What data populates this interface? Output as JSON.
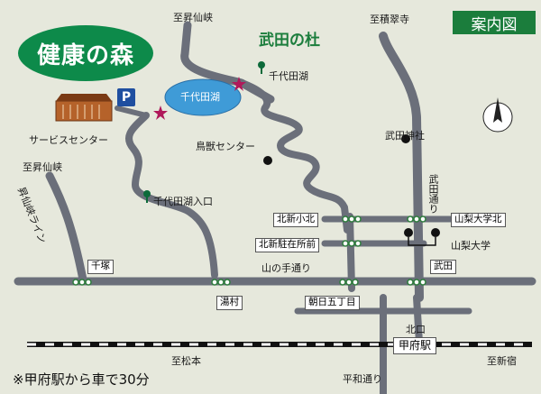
{
  "title": "健康の森",
  "legend_label": "案内図",
  "forest_name": "武田の杜",
  "parking_symbol": "P",
  "note": "※甲府駅から車で30分",
  "icons": {
    "compass": "compass-north-icon",
    "parking": "parking-icon",
    "station": "train-station-icon"
  },
  "colors": {
    "title_bg": "#0d8a4a",
    "road": "#6b6f7a",
    "lake": "#3f9bd7",
    "star": "#b0185a",
    "legend_bg": "#1b7d3c"
  },
  "labels": {
    "shoshenkyo_top": "至昇仙峡",
    "sekisuiji": "至積翠寺",
    "chiyoda_lake_water": "千代田湖",
    "chiyoda_lake_pin": "千代田湖",
    "service_center": "サービスセンター",
    "choju_center": "鳥獣センター",
    "takeda_shrine": "武田神社",
    "shoshenkyo_left": "至昇仙峡",
    "shoshenkyo_line": "昇仙峡ライン",
    "chiyoda_entrance": "千代田湖入口",
    "takeda_dori": "武田通り",
    "yamanote_dori": "山の手通り",
    "kitaguchi": "北口",
    "matsumoto": "至松本",
    "shinjuku": "至新宿",
    "heiwa_dori": "平和通り",
    "yamanashi_univ": "山梨大学"
  },
  "boxes": {
    "kitashinko_kita": "北新小北",
    "yamanashi_kita": "山梨大学北",
    "kitashin_chuzaisho": "北新駐在所前",
    "senge": "千塚",
    "takeda": "武田",
    "yumura": "湯村",
    "asahi": "朝日五丁目",
    "kofu_station": "甲府駅"
  }
}
